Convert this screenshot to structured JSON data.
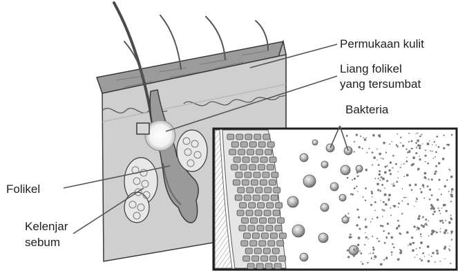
{
  "labels": {
    "skin_surface": "Permukaan kulit",
    "clogged_follicle_line1": "Liang folikel",
    "clogged_follicle_line2": "yang tersumbat",
    "bacteria": "Bakteria",
    "follicle": "Folikel",
    "sebaceous_line1": "Kelenjar",
    "sebaceous_line2": "sebum"
  },
  "colors": {
    "front_face": "#cfcfcf",
    "top_face": "#9b9b9b",
    "side_face": "#b8b8b8",
    "line": "#3a3a3a",
    "inset_bg": "#ffffff",
    "cell": "#a9a9a9",
    "bacterium": "#8d8d8d"
  }
}
